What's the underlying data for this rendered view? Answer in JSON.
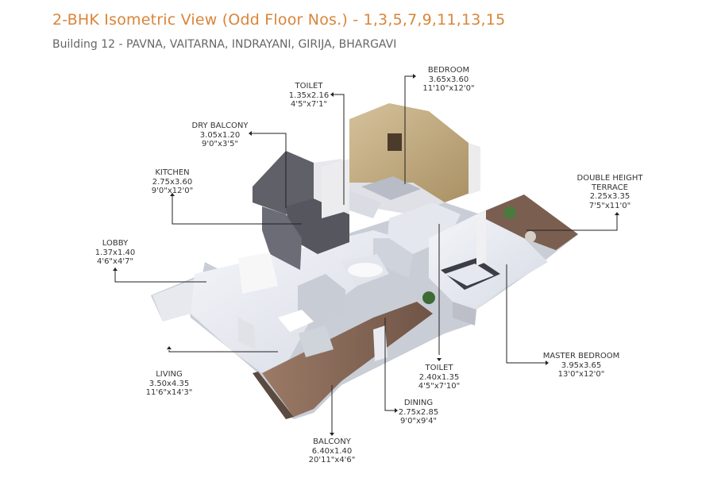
{
  "header": {
    "title": "2-BHK Isometric View (Odd Floor Nos.) - 1,3,5,7,9,11,13,15",
    "subtitle": "Building 12 - PAVNA, VAITARNA, INDRAYANI, GIRIJA, BHARGAVI"
  },
  "rooms": {
    "toilet_top": {
      "name": "TOILET",
      "metric": "1.35x2.16",
      "imperial": "4'5\"x7'1\""
    },
    "bedroom": {
      "name": "BEDROOM",
      "metric": "3.65x3.60",
      "imperial": "11'10\"x12'0\""
    },
    "dry_balcony": {
      "name": "DRY BALCONY",
      "metric": "3.05x1.20",
      "imperial": "9'0\"x3'5\""
    },
    "kitchen": {
      "name": "KITCHEN",
      "metric": "2.75x3.60",
      "imperial": "9'0\"x12'0\""
    },
    "terrace": {
      "name1": "DOUBLE HEIGHT",
      "name2": "TERRACE",
      "metric": "2.25x3.35",
      "imperial": "7'5\"x11'0\""
    },
    "lobby": {
      "name": "LOBBY",
      "metric": "1.37x1.40",
      "imperial": "4'6\"x4'7\""
    },
    "master_bedroom": {
      "name": "MASTER BEDROOM",
      "metric": "3.95x3.65",
      "imperial": "13'0\"x12'0\""
    },
    "toilet_bottom": {
      "name": "TOILET",
      "metric": "2.40x1.35",
      "imperial": "4'5\"x7'10\""
    },
    "living": {
      "name": "LIVING",
      "metric": "3.50x4.35",
      "imperial": "11'6\"x14'3\""
    },
    "dining": {
      "name": "DINING",
      "metric": "2.75x2.85",
      "imperial": "9'0\"x9'4\""
    },
    "balcony": {
      "name": "BALCONY",
      "metric": "6.40x1.40",
      "imperial": "20'11\"x4'6\""
    }
  },
  "colors": {
    "title": "#d9853a",
    "subtitle": "#666666",
    "leader": "#222222",
    "floor": "#e9ecf2",
    "wall": "#f4f4f6",
    "deck": "#8a6a58",
    "accent_wall": "#bfa77a"
  }
}
